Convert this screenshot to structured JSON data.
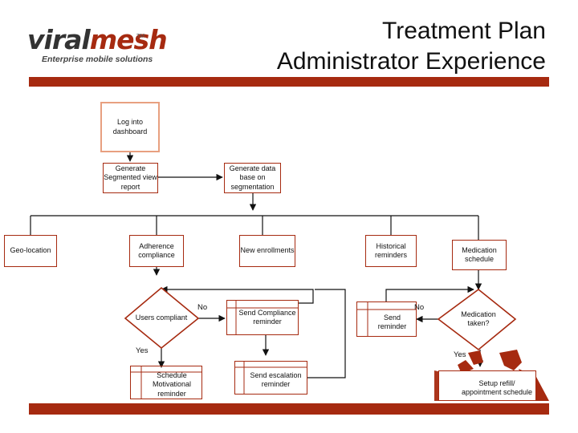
{
  "header": {
    "logo_word_a": "viral",
    "logo_word_b": "mesh",
    "logo_tm": "TM",
    "logo_tagline": "Enterprise mobile solutions",
    "title_line1": "Treatment Plan",
    "title_line2": "Administrator Experience"
  },
  "flow": {
    "login": "Log into dashboard",
    "gen_report": "Generate Segmented view report",
    "gen_db": "Generate data base on segmentation",
    "geo": "Geo-location",
    "adherence": "Adherence compliance",
    "new_enroll": "New enrollments",
    "historical": "Historical reminders",
    "med_schedule": "Medication schedule",
    "users_compliant": "Users compliant",
    "send_compliance": "Send Compliance reminder",
    "schedule_motivational": "Schedule Motivational reminder",
    "send_escalation": "Send escalation reminder",
    "send_reminder": "Send reminder",
    "med_taken": "Medication taken?",
    "setup_refill": "Setup refill/ appointment schedule",
    "no_1": "No",
    "yes_1": "Yes",
    "no_2": "No",
    "yes_2": "Yes"
  },
  "colors": {
    "accent": "#a62a10",
    "login_border": "#e8a080",
    "line": "#111111"
  }
}
